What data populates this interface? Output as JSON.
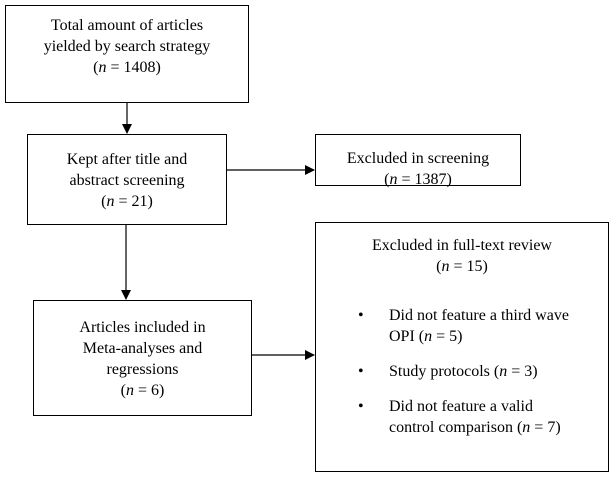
{
  "boxes": {
    "total": {
      "lines": [
        "Total amount of articles",
        "yielded by search strategy"
      ],
      "n_var": "n",
      "n_value": " = 1408"
    },
    "kept": {
      "lines": [
        "Kept after title and",
        "abstract screening"
      ],
      "n_var": "n",
      "n_value": " = 21"
    },
    "screening": {
      "lines": [
        "Excluded in screening"
      ],
      "n_var": "n",
      "n_value": " = 1387"
    },
    "included": {
      "lines": [
        "Articles included in",
        "Meta-analyses and",
        "regressions"
      ],
      "n_var": "n",
      "n_value": " = 6"
    },
    "fulltext": {
      "lines": [
        "Excluded in full-text review"
      ],
      "n_var": "n",
      "n_value": " = 15",
      "bullet": "•",
      "items": [
        {
          "l1": "Did not feature a third wave",
          "l2_pre": "OPI (",
          "n_var": "n",
          "l2_post": " = 5)"
        },
        {
          "l1_pre": "Study protocols (",
          "n_var": "n",
          "l1_post": " = 3)"
        },
        {
          "l1": "Did not feature a valid",
          "l2_pre": "control comparison (",
          "n_var": "n",
          "l2_post": " = 7)"
        }
      ]
    }
  }
}
